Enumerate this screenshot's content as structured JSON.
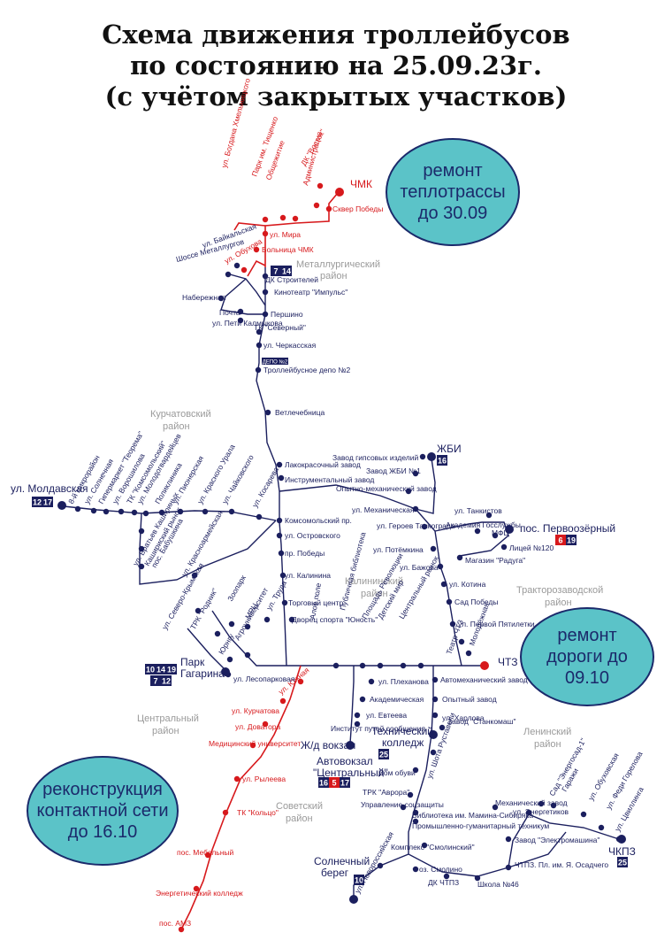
{
  "title": {
    "line1": "Схема движения троллейбусов",
    "line2": "по состоянию на 25.09.23г.",
    "line3": "(с учётом закрытых участков)"
  },
  "colors": {
    "route": "#1b1f5e",
    "closed": "#d7191c",
    "notice_fill": "#5bc3c8",
    "district": "#9a9a9a"
  },
  "notices": [
    {
      "l1": "ремонт",
      "l2": "теплотрассы",
      "l3": "до 30.09"
    },
    {
      "l1": "ремонт",
      "l2": "дороги до",
      "l3": "09.10"
    },
    {
      "l1": "реконструкция",
      "l2": "контактной сети",
      "l3": "до 16.10"
    }
  ],
  "districts": [
    {
      "l1": "Металлургический",
      "l2": "район"
    },
    {
      "l1": "Курчатовский",
      "l2": "район"
    },
    {
      "l1": "Калининский",
      "l2": "район"
    },
    {
      "l1": "Тракторозаводской",
      "l2": "район"
    },
    {
      "l1": "Центральный",
      "l2": "район"
    },
    {
      "l1": "Советский",
      "l2": "район"
    },
    {
      "l1": "Ленинский",
      "l2": "район"
    }
  ],
  "terminals": {
    "chmk": "ЧМК",
    "zhbi": "ЖБИ",
    "zhbi_routes": [
      "16"
    ],
    "pervoozerny": "пос. Первоозёрный",
    "pervoozerny_routes": [
      "6",
      "19"
    ],
    "moldavskaya": "ул. Молдавская",
    "moldavskaya_routes": [
      "12",
      "17"
    ],
    "park_l1": "Парк",
    "park_l2": "Гагарина",
    "park_routes_1": [
      "10",
      "14",
      "19"
    ],
    "park_routes_2": [
      "7",
      "12"
    ],
    "chtz": "ЧТЗ",
    "tech_l1": "Технический",
    "tech_l2": "колледж",
    "tech_routes": [
      "25"
    ],
    "zhd": "Ж/д вокзал",
    "avtovokzal_l1": "Автовокзал",
    "avtovokzal_l2": "\"Центральный\"",
    "avtovokzal_routes": [
      "16",
      "5",
      "17"
    ],
    "solnechny_l1": "Солнечный",
    "solnechny_l2": "берег",
    "solnechny_routes": [
      "10"
    ],
    "chkpz": "ЧКПЗ",
    "chkpz_routes": [
      "25"
    ],
    "metall_routes": [
      "7",
      "14"
    ],
    "depo_badge": "ДЕПО №2"
  },
  "stops_red": [
    "ДК \"Восток\"",
    "Администрация",
    "Сквер Победы",
    "Парк им. Тищенко",
    "Общежитие",
    "ул. Богдана Хмельницкого",
    "ул. Мира",
    "Больница ЧМК",
    "ул. Обухова",
    "ул. Южная",
    "ул. Курчатова",
    "ул. Доватора",
    "Медицинский университет",
    "ул. Рылеева",
    "ТК \"Кольцо\"",
    "пос. Мебельный",
    "Энергетический колледж",
    "пос. АМЗ"
  ],
  "stops_blue": [
    "Шоссе Металлургов",
    "ул. Байкальская",
    "ДК Строителей",
    "Кинотеатр \"Импульс\"",
    "Набережная",
    "Почта",
    "ул. Пети Калмыкова",
    "Першино",
    "ТК \"Северный\"",
    "ул. Черкасская",
    "Троллейбусное депо №2",
    "Ветлечебница",
    "Лакокрасочный завод",
    "Инструментальный завод",
    "Комсомольский пр.",
    "ул. Островского",
    "пр. Победы",
    "ул. Калинина",
    "Торговый центр",
    "Дворец спорта \"Юность\"",
    "Юрнгу",
    "ул. Лесопарковая",
    "8-й микрорайон",
    "ул. Солнечная",
    "Гипермаркет \"Теорема\"",
    "ул. Ворошилова",
    "ТК \"Комсомольский\"",
    "ул. Молодогвардейцев",
    "Поликлиника",
    "ул. Пионерская",
    "ул. Красного Урала",
    "ул. Чайковского",
    "ул. Косарева",
    "ул. Братьев Кашириных",
    "Кашириский рынок",
    "пос. Бабушкина",
    "ул. Красноармейская",
    "ул. Северо-Крымская",
    "ТРК \"Родник\"",
    "Зоопарк",
    "МРЦ",
    "ул. Труда",
    "Агроуниверситет",
    "Завод гипсовых изделий",
    "Завод ЖБИ №1",
    "Опытно-механический завод",
    "ул. Механическая",
    "ул. Танкистов",
    "Академия Госслужбы",
    "МФЦ",
    "Лицей №120",
    "ул. Героев Танкограда",
    "ул. Потёмкина",
    "Магазин \"Радуга\"",
    "ул. Бажова",
    "ул. Котина",
    "Сад Победы",
    "ул. Первой Пятилетки",
    "Театр ЧТЗ",
    "Молодёжная",
    "Центральный рынок",
    "Детский мир",
    "Площадь Революции",
    "Публичная библиотека",
    "Алое поле",
    "ул. Плеханова",
    "Академическая",
    "ул. Евтеева",
    "Институт путей сообщения",
    "Автомеханический завод",
    "Опытный завод",
    "ул. Харлова",
    "Завод \"Станкомаш\"",
    "ул. Шота Руставели",
    "Дом обуви",
    "ТРК \"Аврора\"",
    "Управление соцзащиты",
    "Библиотека им. Мамина-Сибиряка",
    "Промышленно-гуманитарный техникум",
    "Комплекс \"Смолинский\"",
    "оз. Смолино",
    "ДК ЧТПЗ",
    "Школа №46",
    "ул. Новороссийская",
    "ЧТПЗ. Пл. им. Я. Осадчего",
    "Завод \"Электромашина\"",
    "ул. Энергетиков",
    "Механический завод",
    "Сад \"Энергосад-1\"",
    "Гаражи",
    "ул. Обуховская",
    "ул. Феди Горелова",
    "ул. Цвиллинга"
  ]
}
